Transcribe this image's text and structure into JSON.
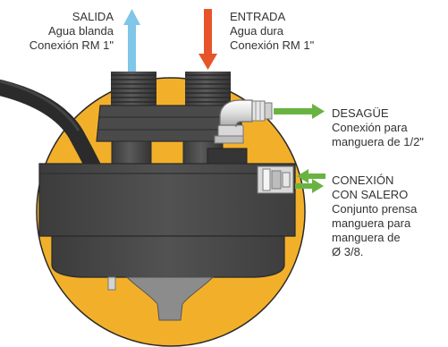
{
  "colors": {
    "background": "#ffffff",
    "circle": "#f2b02a",
    "circle_stroke": "#2a2a2a",
    "body": "#4d4d4d",
    "body_dark": "#3a3a3a",
    "salida_arrow": "#7fc6e8",
    "entrada_arrow": "#e8542a",
    "side_arrows": "#69b343",
    "text": "#333333"
  },
  "labels": {
    "salida": {
      "title": "SALIDA",
      "line2": "Agua blanda",
      "line3": "Conexión RM 1\""
    },
    "entrada": {
      "title": "ENTRADA",
      "line2": "Agua dura",
      "line3": "Conexión RM 1\""
    },
    "desague": {
      "title": "DESAGÜE",
      "line2": "Conexión para",
      "line3": "manguera de 1/2\""
    },
    "salero": {
      "title_line1": "CONEXIÓN",
      "title_line2": "CON SALERO",
      "line3": "Conjunto prensa",
      "line4": "manguera para",
      "line5": "manguera de",
      "line6": "Ø 3/8."
    }
  }
}
